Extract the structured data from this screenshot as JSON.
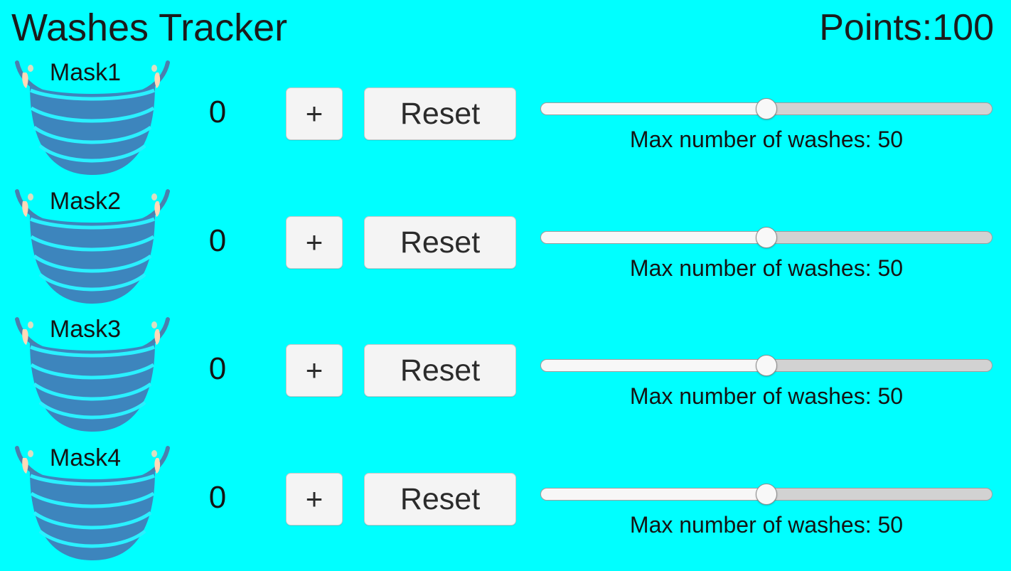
{
  "app": {
    "title": "Washes Tracker",
    "background_color": "#00FFFF",
    "text_color": "#141414"
  },
  "header": {
    "title": "Washes Tracker",
    "points_label": "Points:",
    "points_value": "100",
    "points_text": "Points:100"
  },
  "icons": {
    "mask_icon_name": "face-mask-icon",
    "mask_body_color": "#3d85bd",
    "mask_strap_color": "#4a7fae",
    "mask_pleat_color": "#2af0ff",
    "mask_ear_color": "#ffd9b8"
  },
  "controls": {
    "increment_label": "+",
    "reset_label": "Reset",
    "button_background": "#f4f4f4",
    "button_border": "#c9c9c9"
  },
  "slider": {
    "min": 0,
    "max": 100,
    "value": 50,
    "fill_percent": 50,
    "track_color": "#d2d2d2",
    "fill_color": "#f7f7f7",
    "thumb_color": "#f8f8f8"
  },
  "masks": [
    {
      "label": "Mask1",
      "count": "0",
      "increment_label": "+",
      "reset_label": "Reset",
      "max_washes_caption": "Max number of washes: 50",
      "max_washes_value": 50,
      "slider_value": 50,
      "slider_fill_percent": 50
    },
    {
      "label": "Mask2",
      "count": "0",
      "increment_label": "+",
      "reset_label": "Reset",
      "max_washes_caption": "Max number of washes: 50",
      "max_washes_value": 50,
      "slider_value": 50,
      "slider_fill_percent": 50
    },
    {
      "label": "Mask3",
      "count": "0",
      "increment_label": "+",
      "reset_label": "Reset",
      "max_washes_caption": "Max number of washes: 50",
      "max_washes_value": 50,
      "slider_value": 50,
      "slider_fill_percent": 50
    },
    {
      "label": "Mask4",
      "count": "0",
      "increment_label": "+",
      "reset_label": "Reset",
      "max_washes_caption": "Max number of washes: 50",
      "max_washes_value": 50,
      "slider_value": 50,
      "slider_fill_percent": 50
    }
  ]
}
